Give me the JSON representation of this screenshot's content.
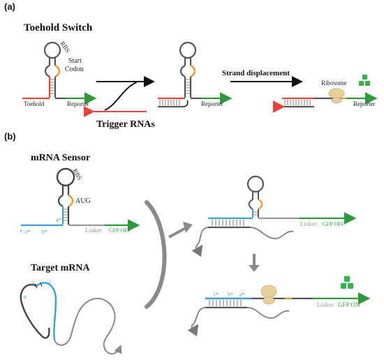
{
  "panel_a": {
    "label": "(a)",
    "title": "Toehold Switch",
    "rbs": "RBS",
    "start_codon_line1": "Start",
    "start_codon_line2": "Codon",
    "toehold": "Toehold",
    "reporter": "Reporter",
    "trigger": "Trigger RNAs",
    "strand_displacement": "Strand displacement",
    "ribosome": "Ribosome"
  },
  "panel_b": {
    "label": "(b)",
    "sensor_title": "mRNA Sensor",
    "target_title": "Target mRNA",
    "rbs": "RBS",
    "aug": "AUG",
    "linker": "Linker",
    "gfp_off": "GFP OFF",
    "gfp_on": "GFP ON",
    "a_star": "a*",
    "b_star": "b*",
    "c_star": "c*",
    "a": "a",
    "b": "b",
    "c": "c"
  },
  "colors": {
    "toehold_red": "#e8443a",
    "reporter_green": "#2d9a3a",
    "codon_orange": "#e69a2e",
    "sensor_blue": "#3a9fd6",
    "strand_gray": "#8a8a8a",
    "ribosome": "#e6cf9c",
    "gfp": "#35b34a"
  }
}
